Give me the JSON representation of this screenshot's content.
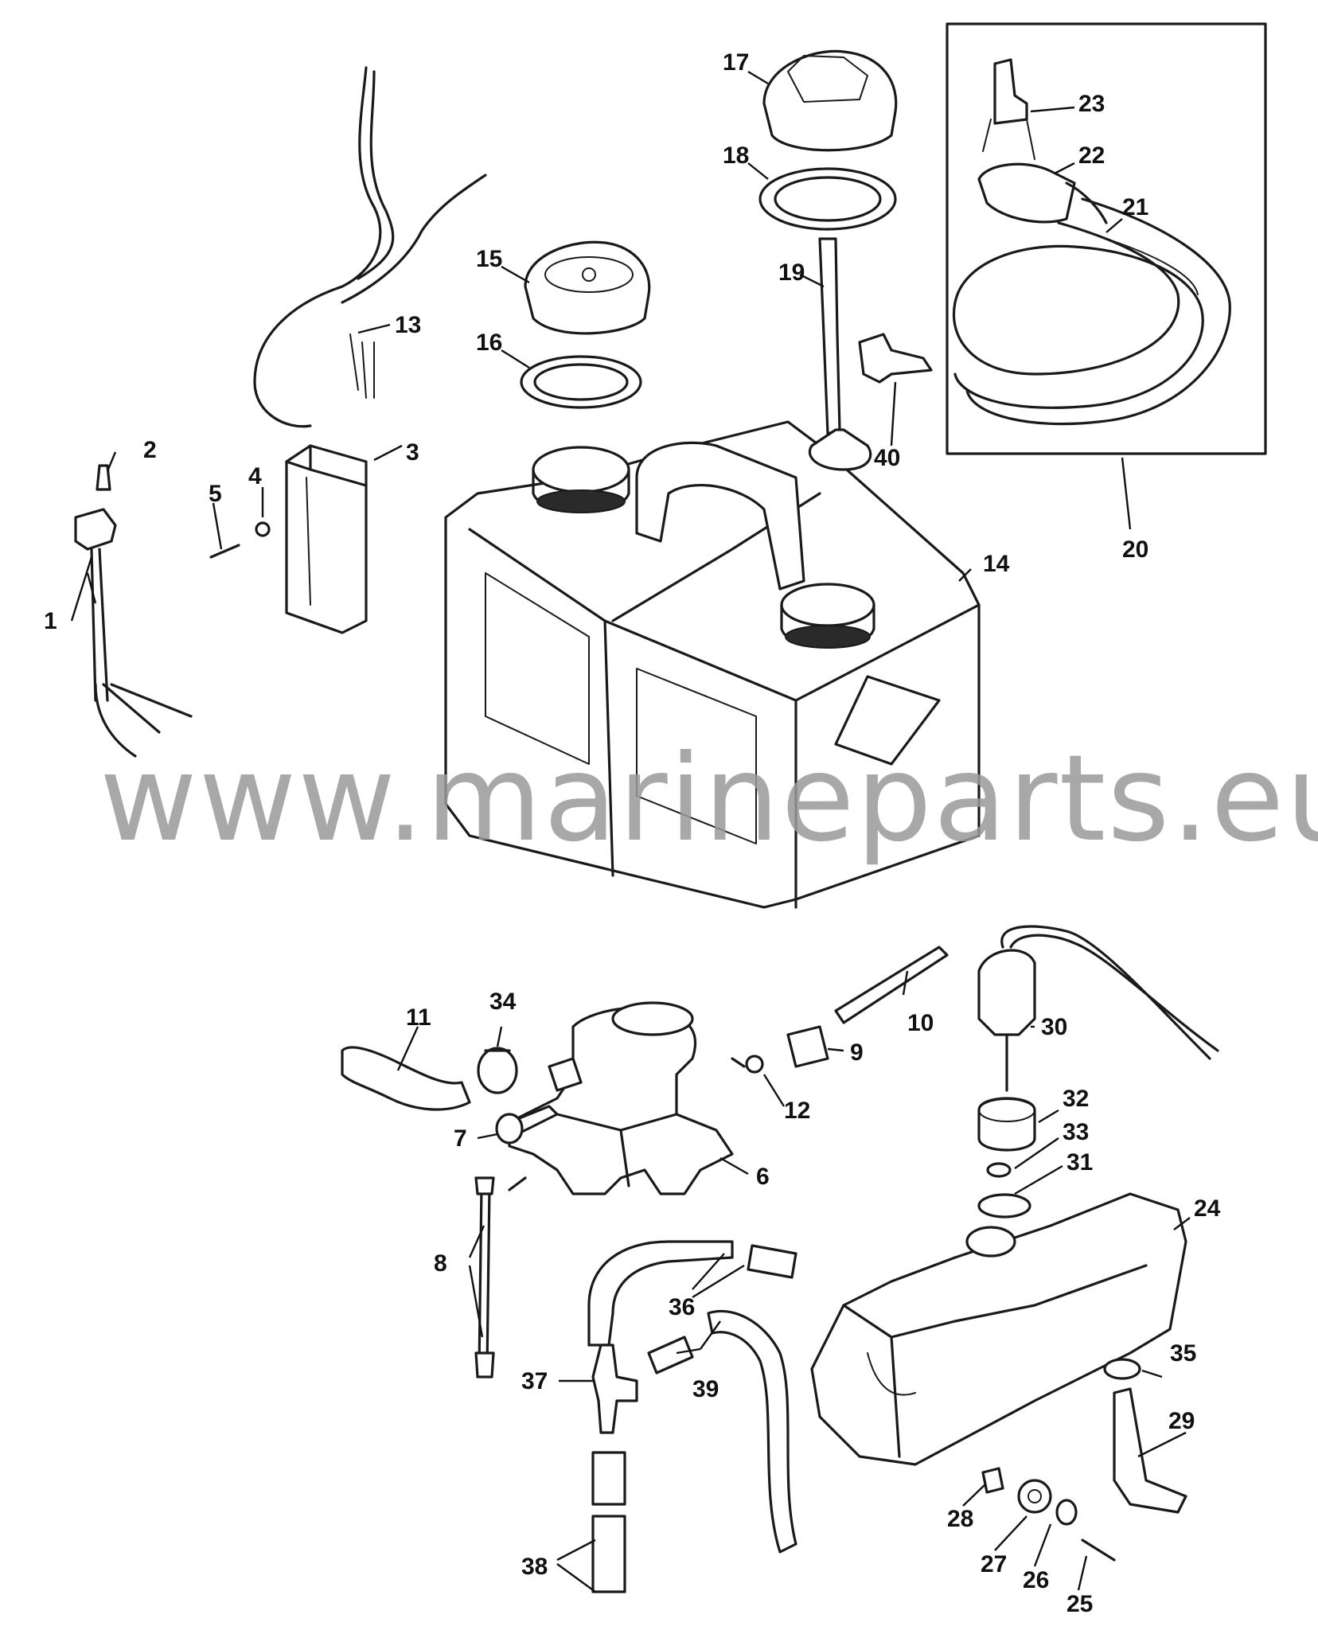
{
  "watermark": "www.marineparts.eu",
  "callouts": [
    "1",
    "2",
    "3",
    "4",
    "5",
    "6",
    "7",
    "8",
    "9",
    "10",
    "11",
    "12",
    "13",
    "14",
    "15",
    "16",
    "17",
    "18",
    "19",
    "20",
    "21",
    "22",
    "23",
    "24",
    "25",
    "26",
    "27",
    "28",
    "29",
    "30",
    "31",
    "32",
    "33",
    "34",
    "35",
    "36",
    "37",
    "38",
    "39",
    "40"
  ]
}
